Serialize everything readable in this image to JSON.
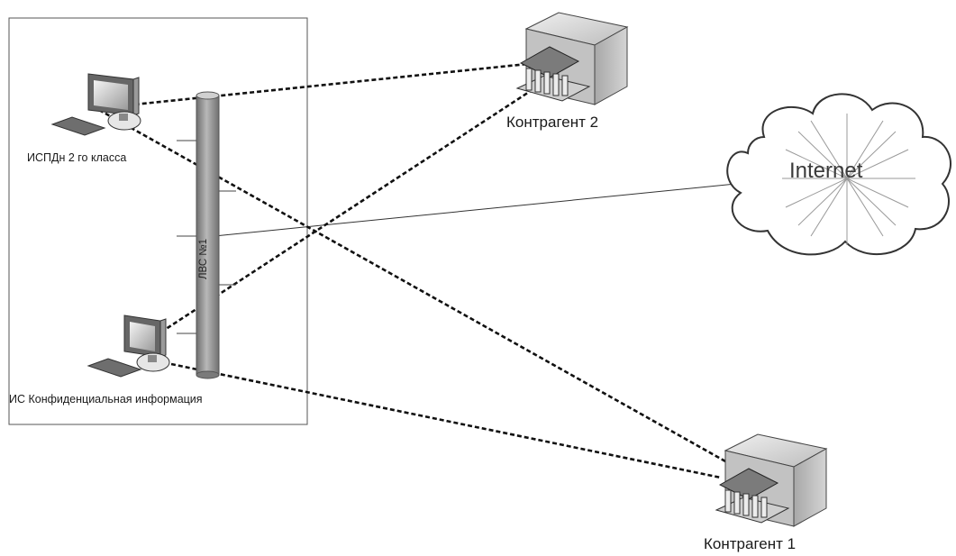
{
  "nodes": {
    "ispdn": {
      "label": "ИСПДн 2 го класса",
      "icon": "workstation-icon"
    },
    "is_conf": {
      "label": "ИС Конфиденциальная информация",
      "icon": "workstation-icon"
    },
    "kontragent2": {
      "label": "Контрагент 2",
      "icon": "server-icon"
    },
    "kontragent1": {
      "label": "Контрагент 1",
      "icon": "server-icon"
    },
    "internet": {
      "label": "Internet",
      "icon": "cloud-icon"
    },
    "lan": {
      "label": "ЛВС №1",
      "icon": "lan-bus-icon"
    }
  },
  "colors": {
    "line": "#222222",
    "bus": "#8c8c8c",
    "server_face": "#b5b5b5",
    "cloud_stroke": "#333333"
  }
}
